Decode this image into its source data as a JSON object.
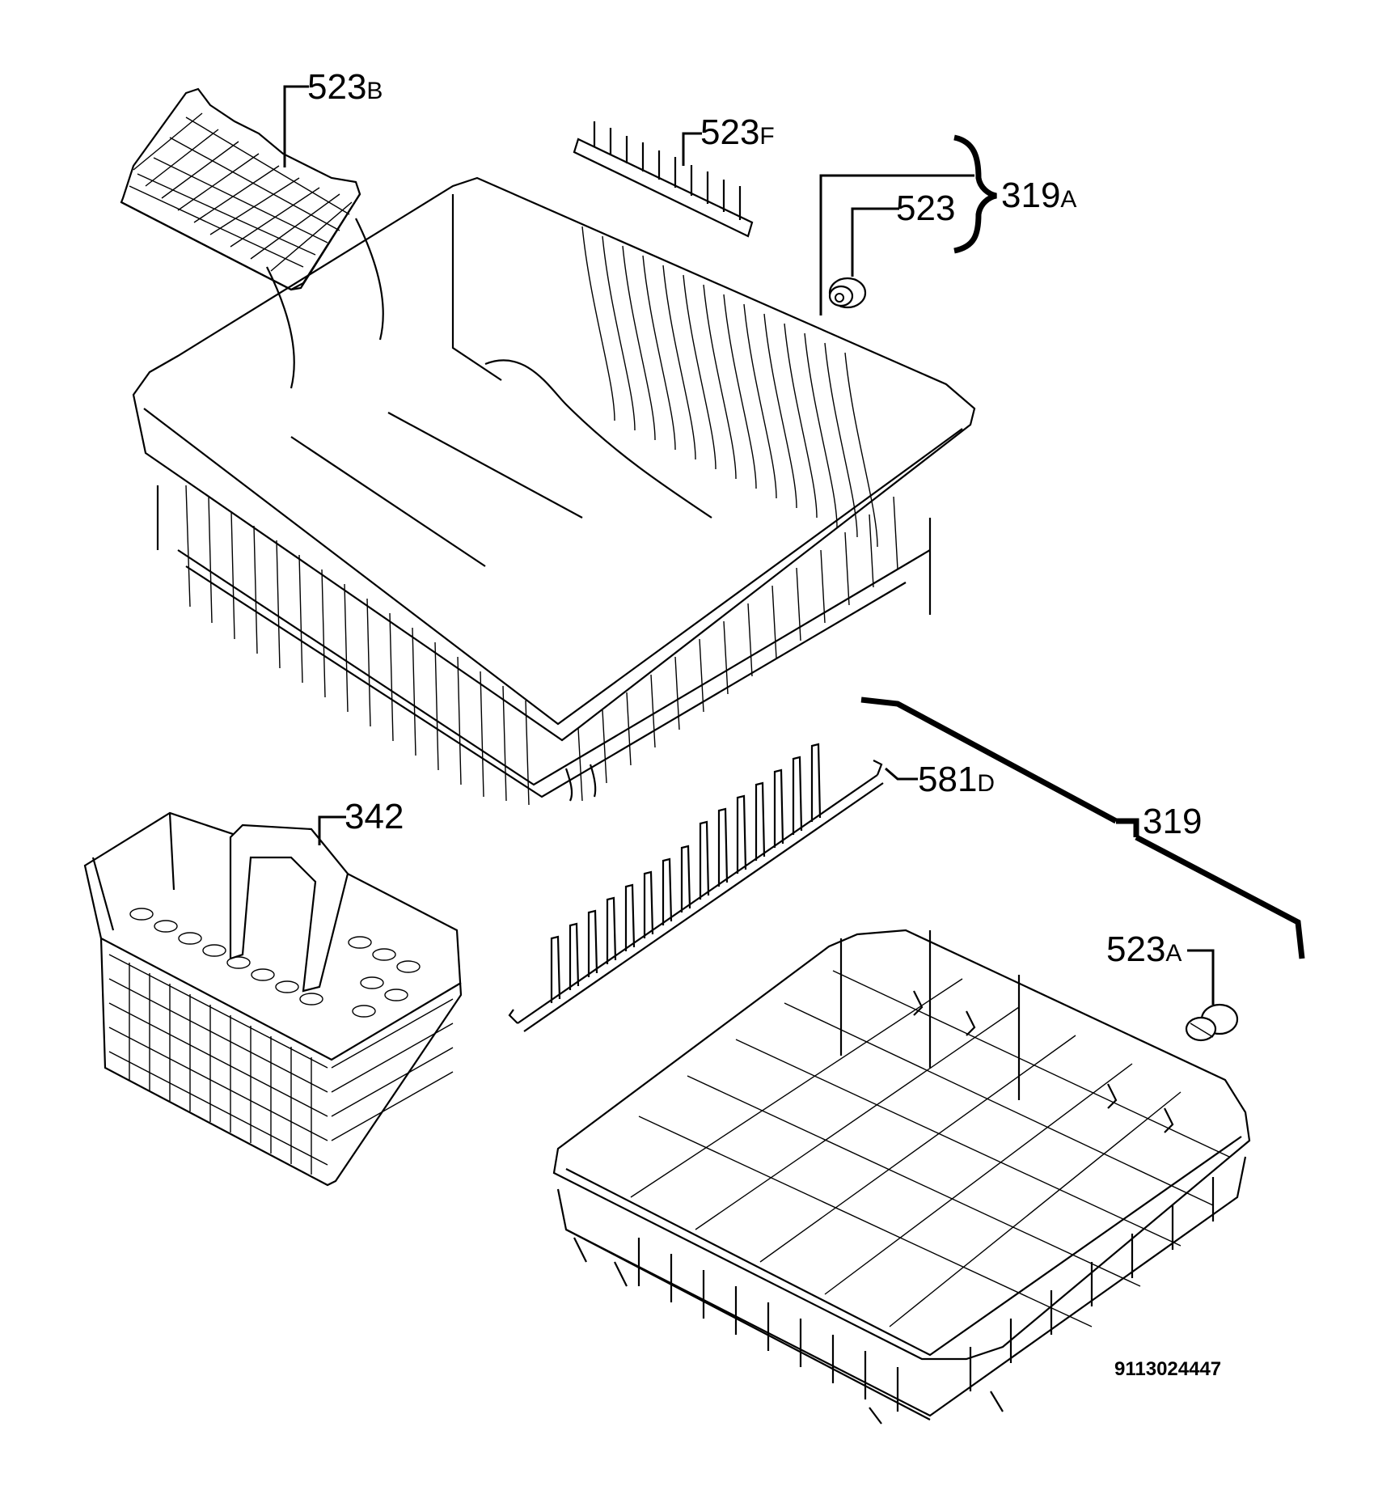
{
  "labels": {
    "p523b": {
      "num": "523",
      "suffix": "B"
    },
    "p523f": {
      "num": "523",
      "suffix": "F"
    },
    "p319a": {
      "num": "319",
      "suffix": "A"
    },
    "p523": {
      "num": "523"
    },
    "p342": {
      "num": "342"
    },
    "p581d": {
      "num": "581",
      "suffix": "D"
    },
    "p319": {
      "num": "319"
    },
    "p523a": {
      "num": "523",
      "suffix": "A"
    }
  },
  "document_number": "9113024447"
}
